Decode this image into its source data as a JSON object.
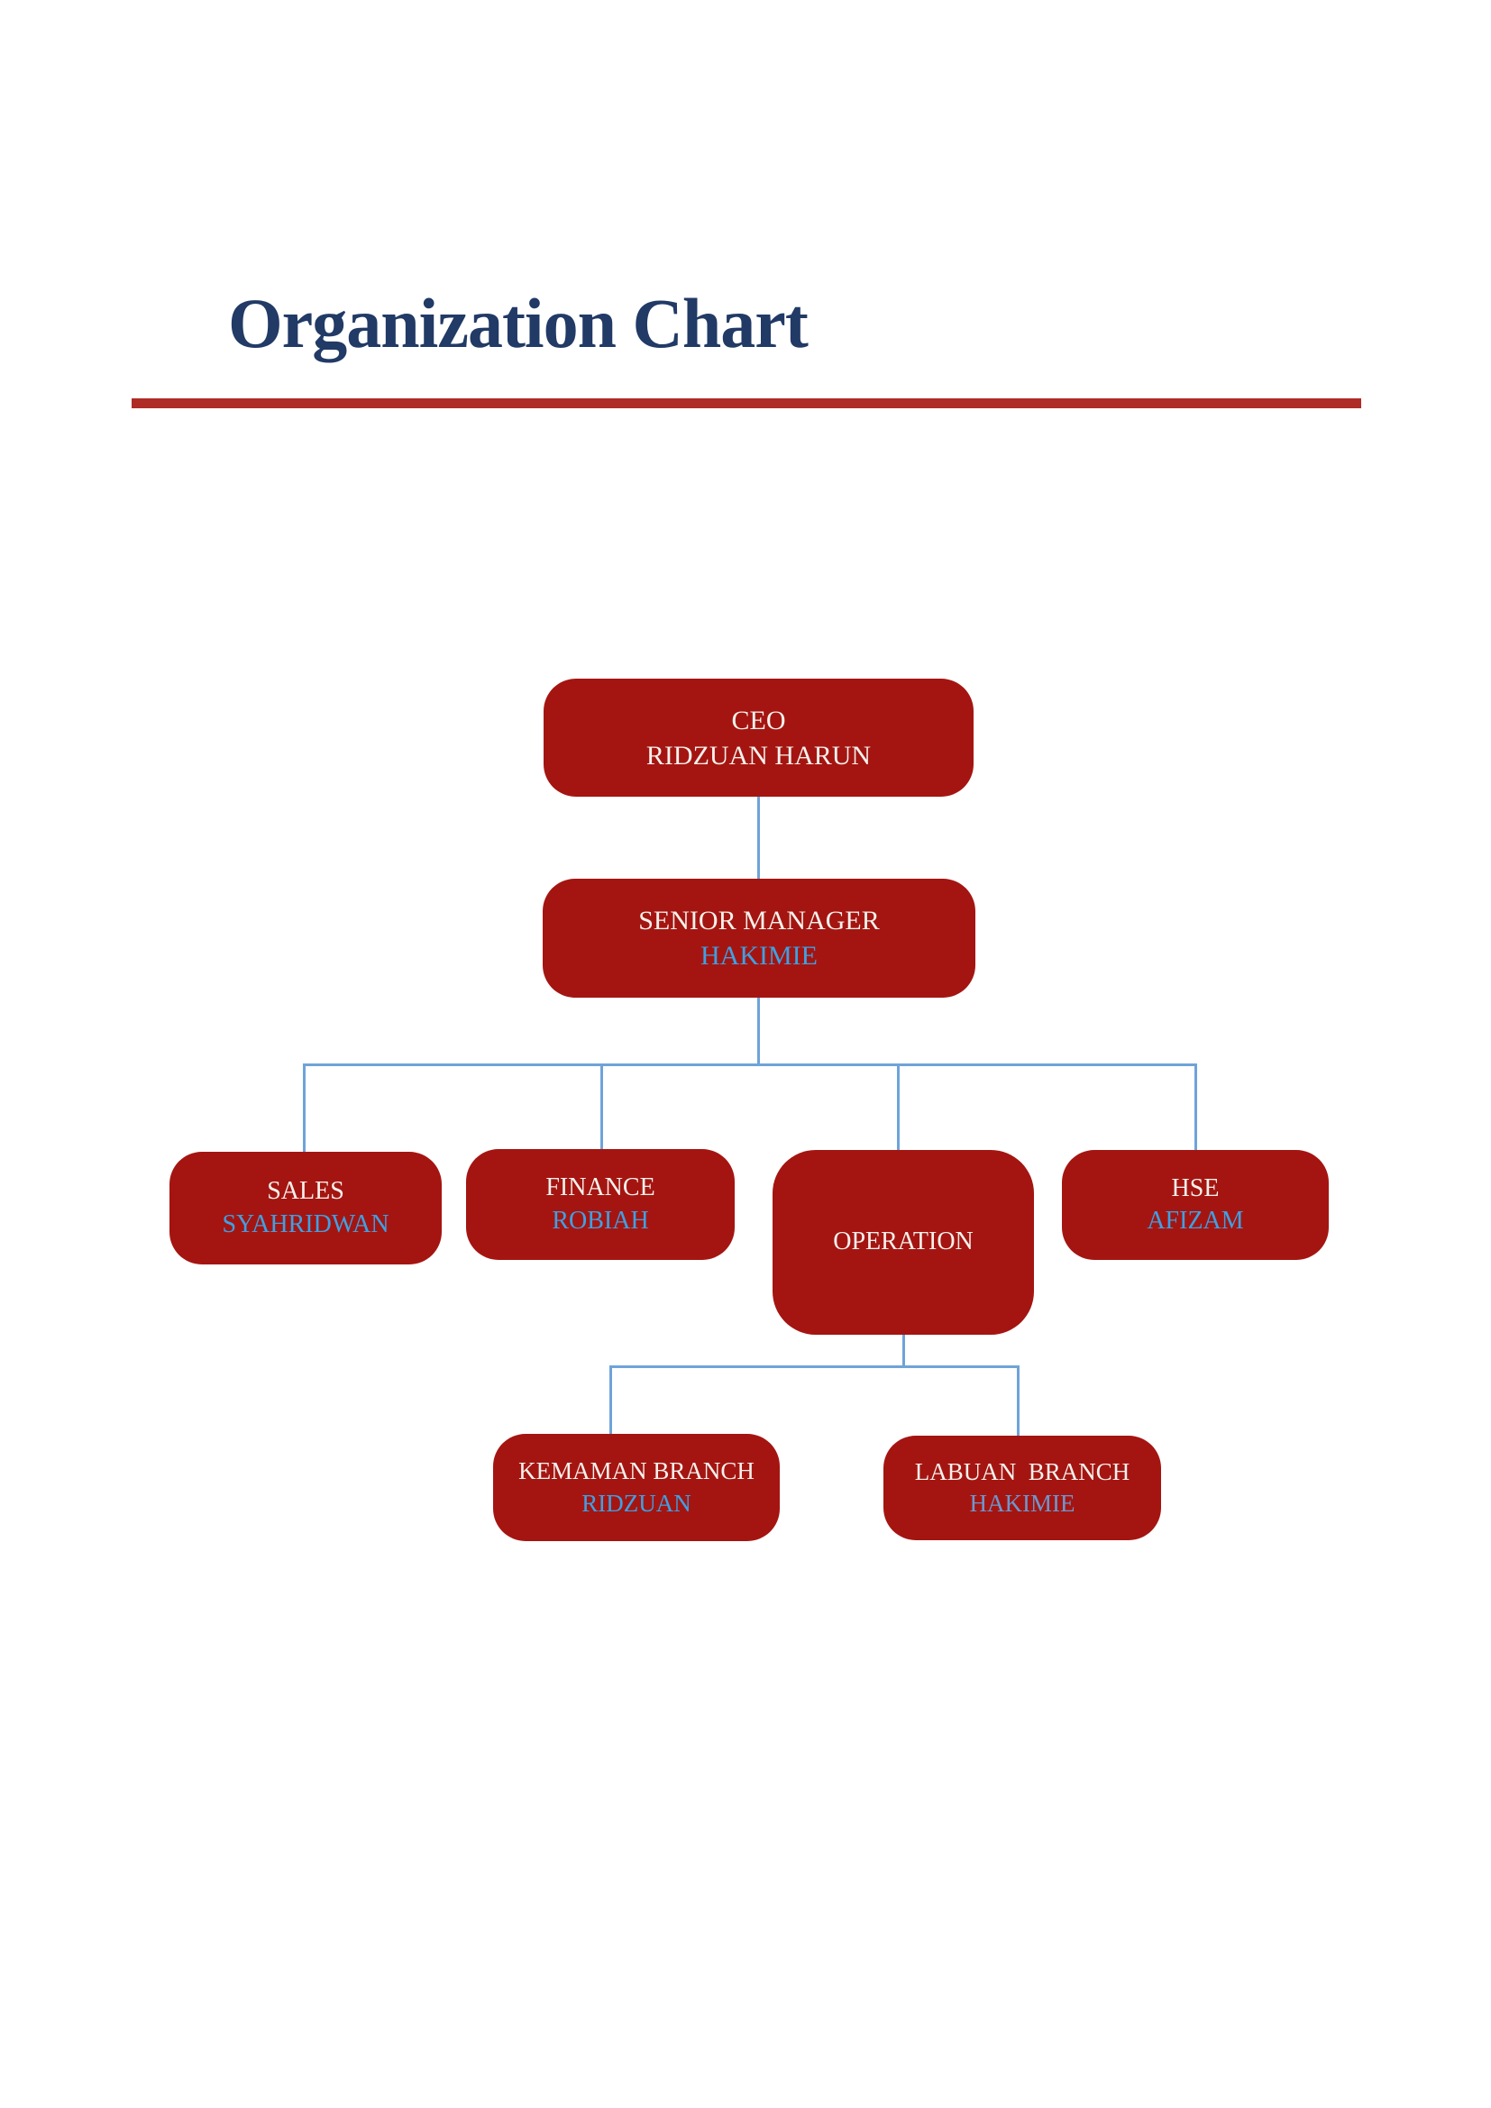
{
  "page": {
    "title": "Organization Chart"
  },
  "colors": {
    "box_red": "#a41511",
    "rule_red": "#af2b25",
    "title_navy": "#213a66",
    "text_white": "#f5f1ec",
    "name_blue": "#3fa0e2",
    "name_blue_muted": "#6d97ce",
    "line_blue": "#6fa3d9",
    "page_bg": "#ffffff"
  },
  "org_chart": {
    "nodes": [
      {
        "id": "ceo",
        "role": "CEO",
        "name": "RIDZUAN HARUN"
      },
      {
        "id": "senior-manager",
        "role": "SENIOR MANAGER",
        "name": "HAKIMIE"
      },
      {
        "id": "sales",
        "role": "SALES",
        "name": "SYAHRIDWAN"
      },
      {
        "id": "finance",
        "role": "FINANCE",
        "name": "ROBIAH"
      },
      {
        "id": "operation",
        "role": "OPERATION",
        "name": ""
      },
      {
        "id": "hse",
        "role": "HSE",
        "name": "AFIZAM"
      },
      {
        "id": "kemaman-branch",
        "role": "KEMAMAN BRANCH",
        "name": "RIDZUAN"
      },
      {
        "id": "labuan-branch",
        "role": "LABUAN  BRANCH",
        "name": "HAKIMIE"
      }
    ],
    "edges": [
      {
        "from": "ceo",
        "to": "senior-manager"
      },
      {
        "from": "senior-manager",
        "to": "sales"
      },
      {
        "from": "senior-manager",
        "to": "finance"
      },
      {
        "from": "senior-manager",
        "to": "operation"
      },
      {
        "from": "senior-manager",
        "to": "hse"
      },
      {
        "from": "operation",
        "to": "kemaman-branch"
      },
      {
        "from": "operation",
        "to": "labuan-branch"
      }
    ]
  }
}
